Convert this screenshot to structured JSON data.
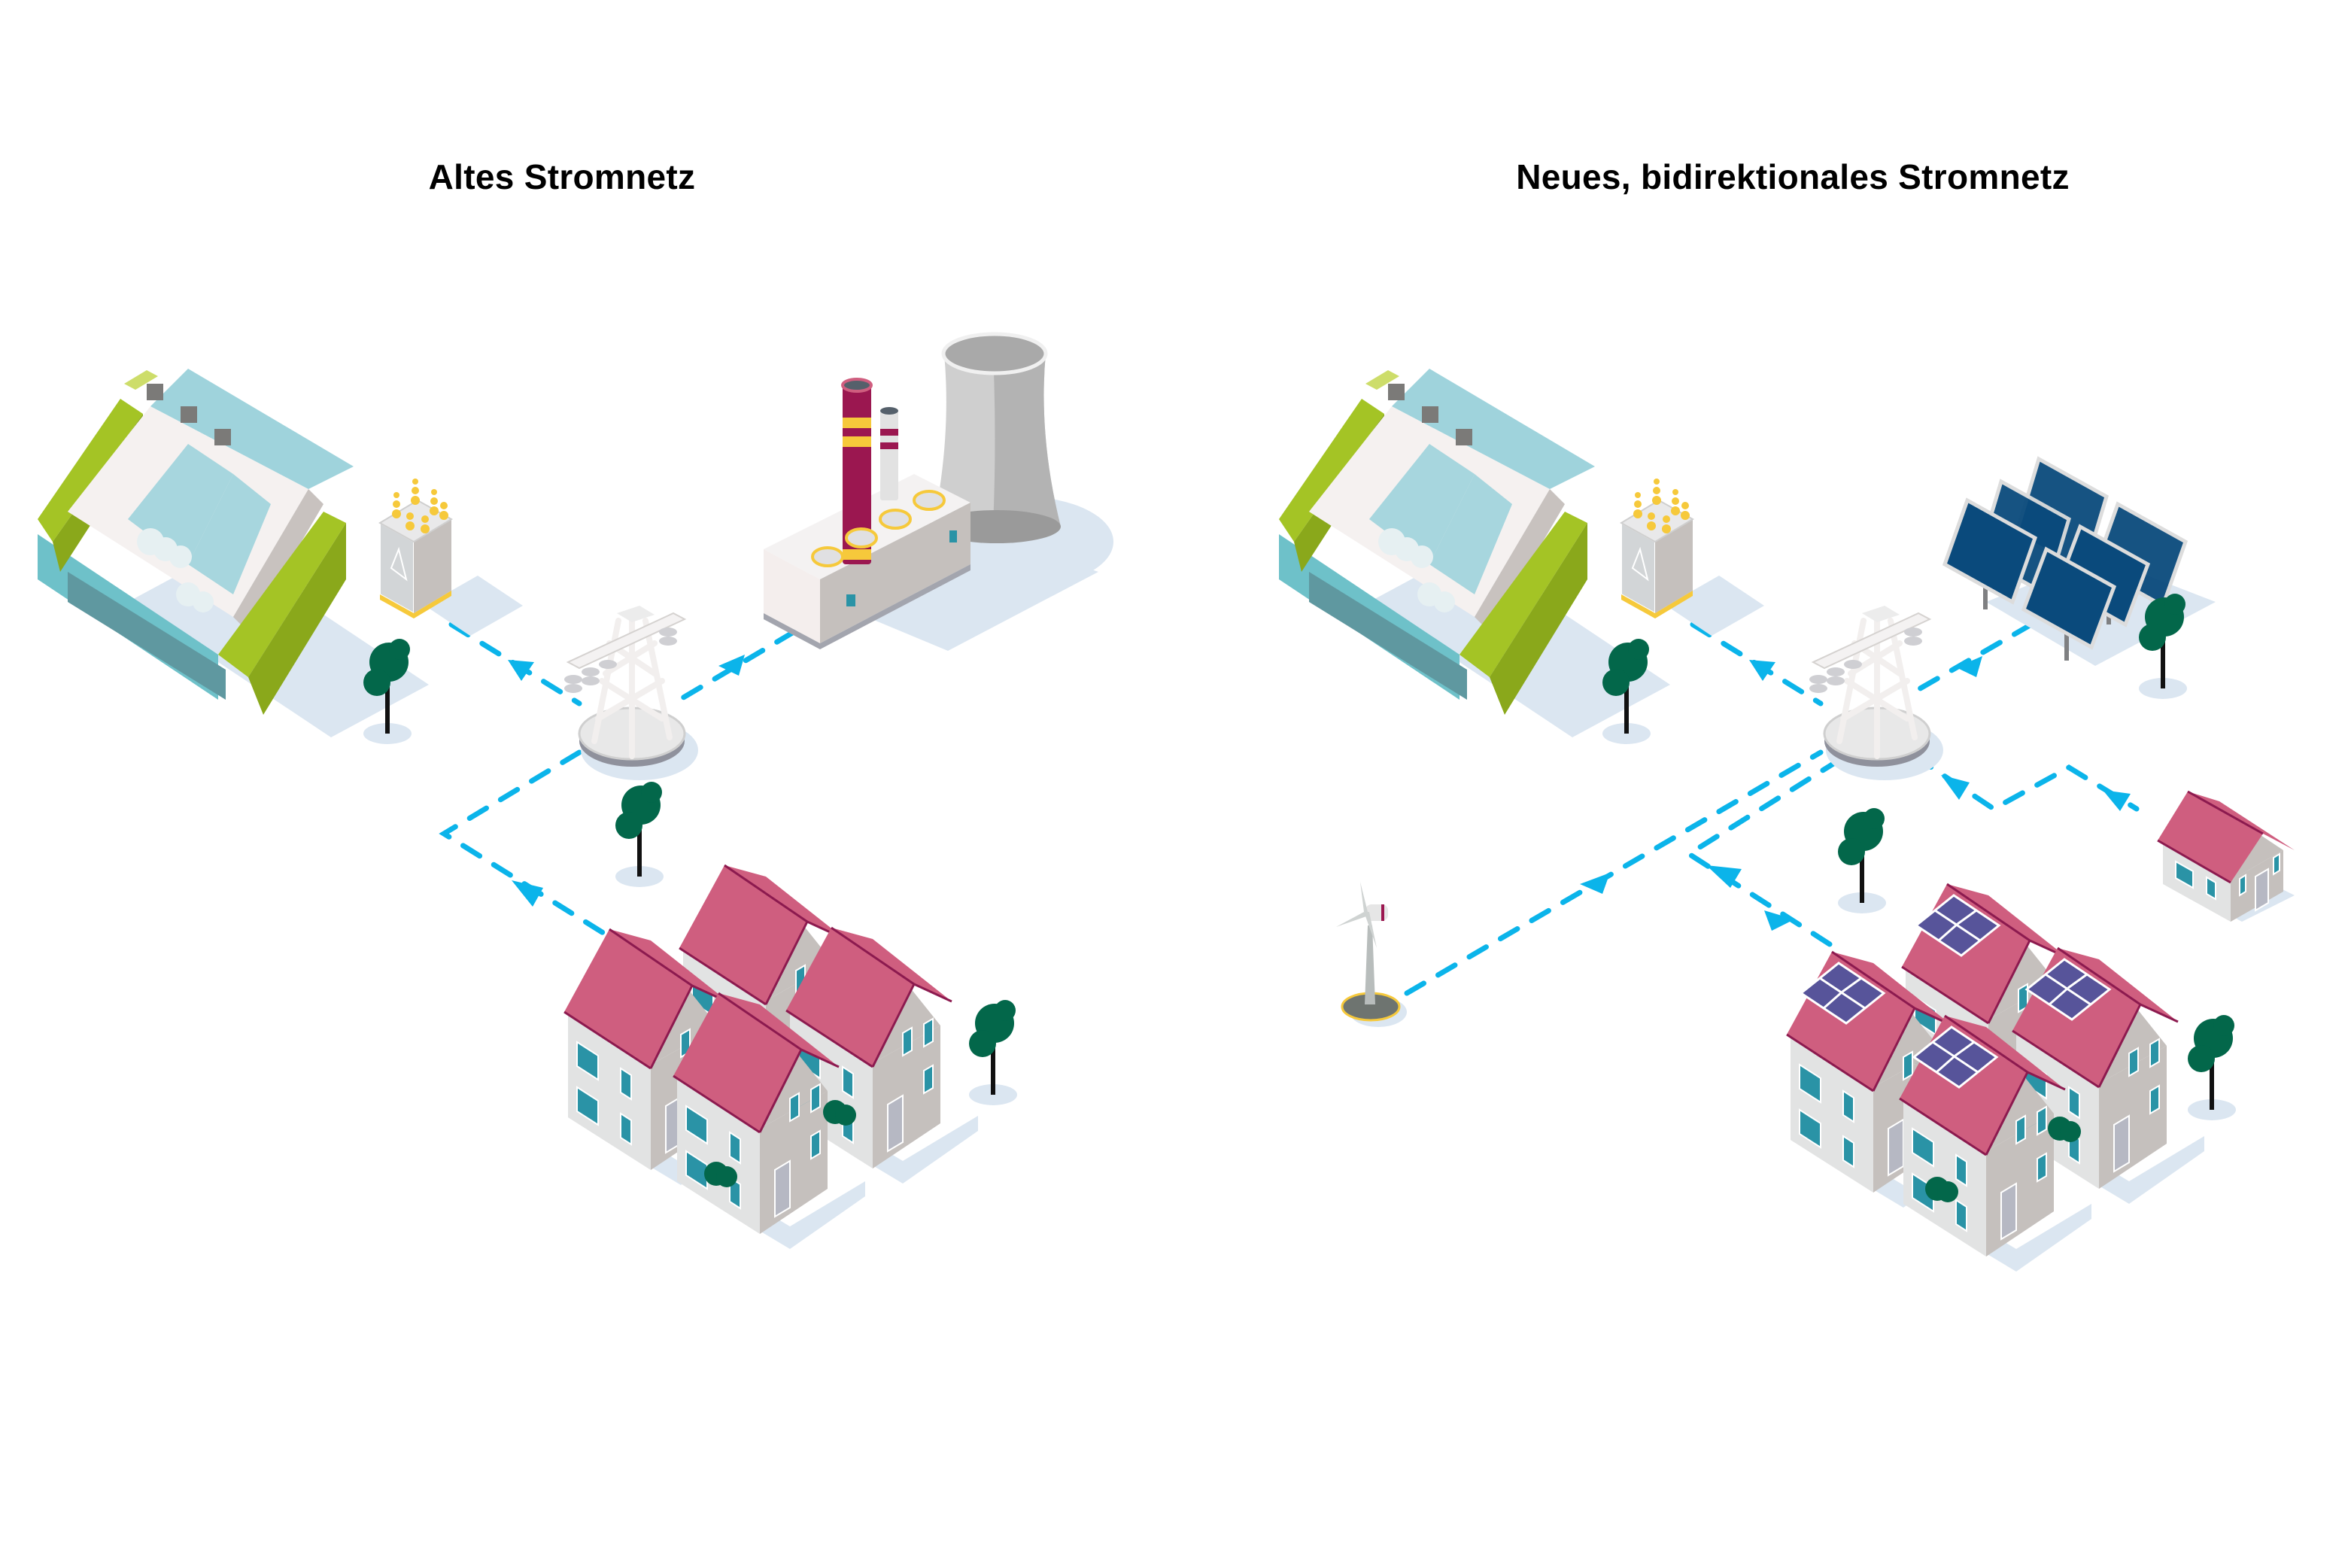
{
  "panels": [
    {
      "id": "old-grid",
      "title": "Altes Stromnetz",
      "components": [
        "hydroelectric-dam",
        "transformer",
        "transmission-tower",
        "coal-power-plant",
        "cooling-tower",
        "houses-cluster",
        "trees"
      ],
      "flows": [
        {
          "from": "transformer",
          "to": "transmission-tower",
          "direction": "one-way"
        },
        {
          "from": "coal-power-plant",
          "to": "transmission-tower",
          "direction": "one-way"
        },
        {
          "from": "transmission-tower",
          "to": "houses-cluster",
          "direction": "one-way"
        }
      ]
    },
    {
      "id": "new-grid",
      "title": "Neues, bidirektionales Stromnetz",
      "components": [
        "hydroelectric-dam",
        "transformer",
        "transmission-tower",
        "solar-farm",
        "wind-turbine",
        "house-single",
        "houses-cluster-with-solar-roofs",
        "trees"
      ],
      "flows": [
        {
          "from": "transformer",
          "to": "transmission-tower",
          "direction": "one-way"
        },
        {
          "from": "solar-farm",
          "to": "transmission-tower",
          "direction": "one-way"
        },
        {
          "from": "wind-turbine",
          "to": "transmission-tower",
          "direction": "one-way"
        },
        {
          "from": "transmission-tower",
          "to": "house-single",
          "direction": "one-way"
        },
        {
          "from": "transmission-tower",
          "to": "houses-cluster-with-solar-roofs",
          "direction": "two-way"
        }
      ]
    }
  ],
  "colors": {
    "flow": "#0bb4ea",
    "roof": "#cf5e7f",
    "roof_edge": "#8c1a4f",
    "wall_light": "#e2e3e3",
    "wall_dark": "#c5c0bd",
    "window": "#2a93a6",
    "tree": "#03674a",
    "grass": "#a4c425",
    "water": "#9fd3dc",
    "chimney": "#9b1750",
    "chimney_band": "#f6c93b",
    "solar_panel": "#0a4a7c",
    "shadow": "#dbe6f1"
  }
}
